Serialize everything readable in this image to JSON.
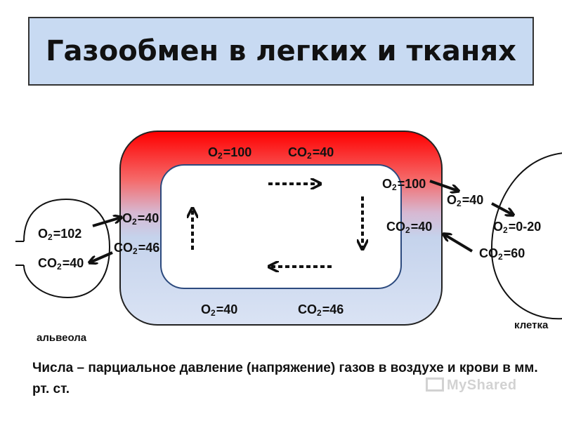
{
  "title": "Газообмен в легких и тканях",
  "gas": {
    "o2": "O",
    "co2": "CO",
    "sub": "2"
  },
  "labels": {
    "top_o2": "=100",
    "top_co2": "=40",
    "right_inner_o2": "=100",
    "right_inner_co2": "=40",
    "bottom_o2": "=40",
    "bottom_co2": "=46",
    "left_inner_o2": "=40",
    "left_inner_co2": "=46",
    "alveola_o2": "=102",
    "alveola_co2": "=40",
    "right_out_o2": "=40",
    "cell_o2": "=0-20",
    "cell_co2": "=60"
  },
  "alveola_label": "альвеола",
  "cell_label": "клетка",
  "note": "Числа – парциальное давление (напряжение) газов в воздухе и крови в мм. рт. ст.",
  "watermark": "MyShared",
  "colors": {
    "arterial": "#ff0000",
    "venous": "#c5d3ec",
    "title_bg": "#c8daf2"
  }
}
